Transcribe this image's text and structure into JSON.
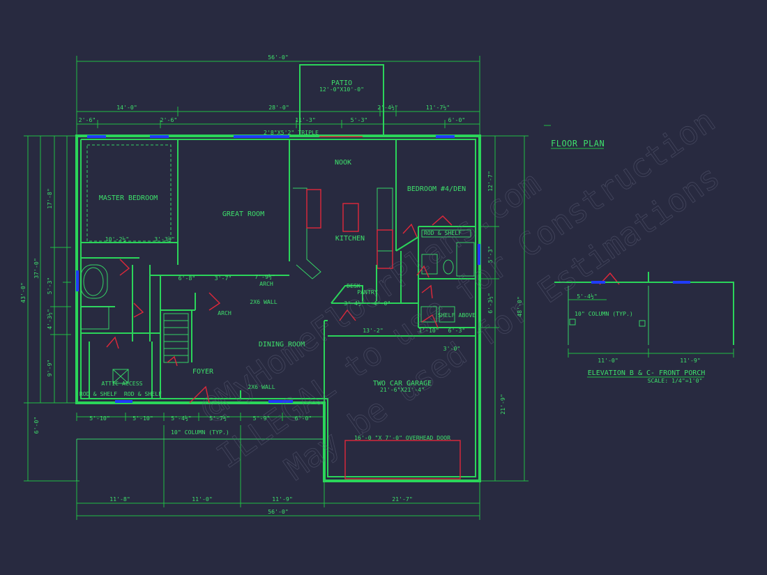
{
  "rooms": {
    "patio": "PATIO",
    "patio_size": "12'-0\"X10'-0\"",
    "master_bedroom": "MASTER BEDROOM",
    "great_room": "GREAT ROOM",
    "nook": "NOOK",
    "kitchen": "KITCHEN",
    "bedroom4": "BEDROOM #4/DEN",
    "dining_room": "DINING ROOM",
    "foyer": "FOYER",
    "garage": "TWO CAR GARAGE",
    "garage_size": "21'-6\"X21'-4\"",
    "attic_access": "ATTIC ACCESS",
    "rod_shelf": "ROD & SHELF",
    "shelf_above": "SHELF ABOVE",
    "pantry": "PANTRY",
    "desk": "DESK",
    "arch": "ARCH",
    "wall_2x6": "2X6 WALL",
    "overhead_door": "16'-0 \"X 7'-0\" OVERHEAD DOOR",
    "column_note": "10\" COLUMN (TYP.)",
    "triple_window": "2'8\"X5'2\" TRIPLE"
  },
  "dims": {
    "top_total": "56'-0\"",
    "bottom_total": "56'-0\"",
    "top_14": "14'-0\"",
    "top_28": "28'-0\"",
    "top_2_4": "2'-4½\"",
    "top_11_7": "11'-7½\"",
    "top_2_6a": "2'-6\"",
    "top_2_6b": "2'-6\"",
    "top_11_3": "11'-3\"",
    "top_5_3": "5'-3\"",
    "top_6_0": "6'-0\"",
    "left_43": "43'-0\"",
    "left_37": "37'-0\"",
    "left_17_8": "17'-8\"",
    "left_5_3": "5'-3\"",
    "left_4_3": "4'-3½\"",
    "left_9_9": "9'-9\"",
    "left_6_0": "6'-0\"",
    "right_48": "48'-0\"",
    "right_12_7": "12'-7\"",
    "right_5_3": "5'-3\"",
    "right_6_3": "6'-3½\"",
    "right_21_9": "21'-9\"",
    "porch_5_10a": "5'-10\"",
    "porch_5_10b": "5'-10\"",
    "porch_5_4": "5'-4½\"",
    "porch_5_7": "5'-7½\"",
    "porch_5_9": "5'-9\"",
    "porch_6_0": "6'-0\"",
    "bot_11_8": "11'-8\"",
    "bot_11_0": "11'-0\"",
    "bot_11_9": "11'-9\"",
    "bot_21_7": "21'-7\"",
    "mb_10_2": "10'-2½\"",
    "mb_3_3": "3'-3½\"",
    "hall_6_8": "6'-8\"",
    "hall_3_7": "3'-7\"",
    "hall_7_9": "7'-9½\"",
    "k_3_4": "3'-4½\"",
    "k_4_0": "4'-0\"",
    "g_13_2": "13'-2\"",
    "g_1_10": "1'-10\"",
    "g_6_3": "6'-3\"",
    "g_3_0": "3'-0\""
  },
  "elevation": {
    "floor_plan_title": "FLOOR PLAN",
    "title": "ELEVATION B & C- FRONT PORCH",
    "scale": "SCALE: 1/4\"=1'0\"",
    "dim_5_4": "5'-4½\"",
    "dim_11_0": "11'-0\"",
    "dim_11_9": "11'-9\"",
    "column_note": "10\" COLUMN (TYP.)"
  },
  "colors": {
    "background": "#282a40",
    "walls": "#2bd55a",
    "windows": "#1f3cff",
    "doors": "#e0283a"
  }
}
